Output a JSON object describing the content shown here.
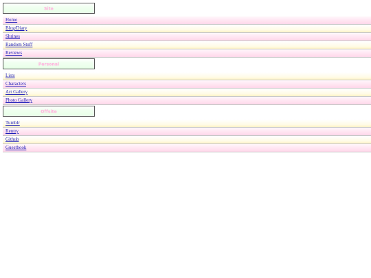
{
  "sections": [
    {
      "header_title": "Site",
      "items": [
        {
          "label": "Home",
          "stripe": "pink"
        },
        {
          "label": "Blog/Diary",
          "stripe": "yellow"
        },
        {
          "label": "Shrines",
          "stripe": "pink"
        },
        {
          "label": "Random Stuff",
          "stripe": "yellow"
        },
        {
          "label": "Reviews",
          "stripe": "pink"
        }
      ]
    },
    {
      "header_title": "Personal",
      "items": [
        {
          "label": "Lists",
          "stripe": "yellow"
        },
        {
          "label": "Characters",
          "stripe": "pink"
        },
        {
          "label": "Art Gallery",
          "stripe": "yellow"
        },
        {
          "label": "Photo Gallery",
          "stripe": "pink"
        }
      ]
    },
    {
      "header_title": "Offsite",
      "items": [
        {
          "label": "Tumblr",
          "stripe": "yellow"
        },
        {
          "label": "Rentry",
          "stripe": "pink"
        },
        {
          "label": "Github",
          "stripe": "yellow"
        },
        {
          "label": "Guestbook",
          "stripe": "pink"
        }
      ]
    }
  ],
  "colors": {
    "header_border": "#555555",
    "header_text": "#ffb7df",
    "link": "#1b1bb8",
    "pink_stripe": "#ffd7ea",
    "yellow_stripe": "#fff3c6"
  }
}
